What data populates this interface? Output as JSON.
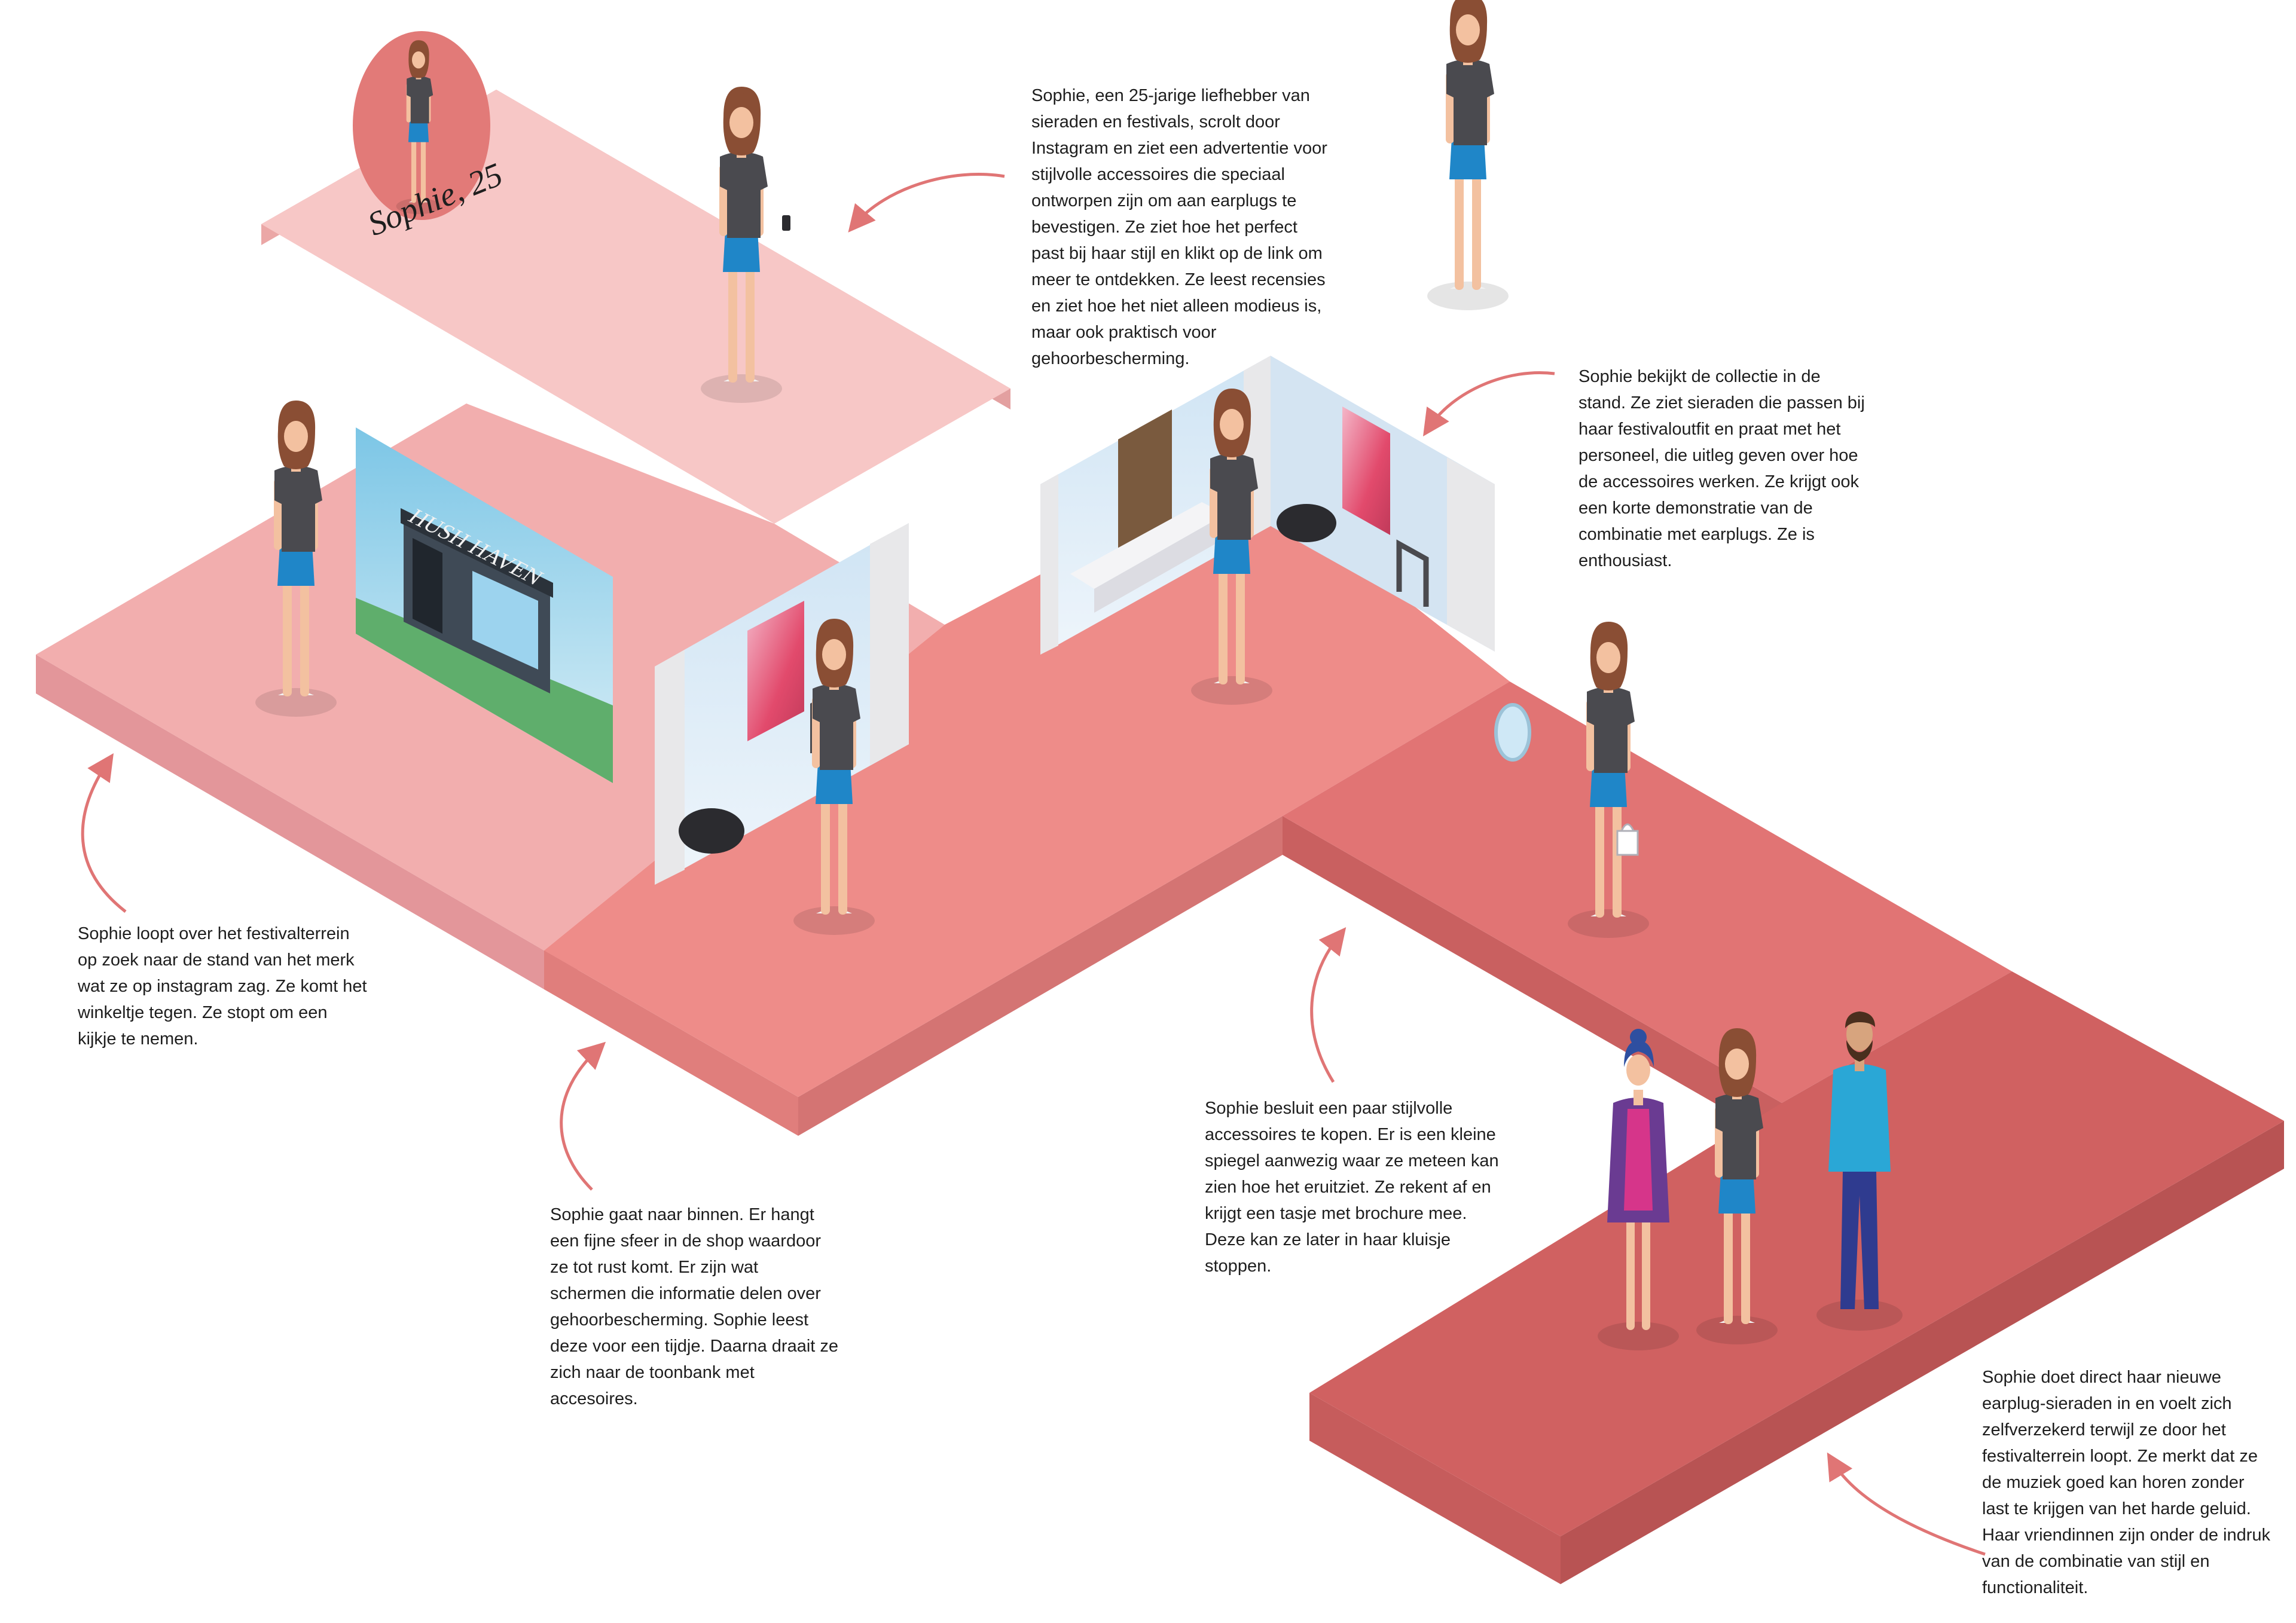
{
  "persona_label": "Sophie, 25",
  "booth_sign": "HUSH HAVEN",
  "colors": {
    "stage1": "#f7c7c6",
    "stage2": "#f2aeae",
    "stage3": "#ee8c89",
    "stage4": "#e17474",
    "stage5": "#d06161",
    "arrow": "#e07575",
    "portrait": "#e27a78"
  },
  "steps": [
    {
      "id": 1,
      "text": "Sophie, een 25-jarige liefhebber van\nsieraden en festivals, scrolt door\nInstagram en ziet een advertentie voor\nstijlvolle accessoires die speciaal\nontworpen zijn om aan earplugs te\nbevestigen. Ze ziet hoe het perfect\npast bij haar stijl en klikt op de link om\nmeer te ontdekken.  Ze leest recensies\nen ziet hoe het niet alleen modieus is,\nmaar ook praktisch voor\ngehoorbescherming."
    },
    {
      "id": 2,
      "text": "Sophie loopt over het festivalterrein\nop zoek naar de stand van het merk\nwat ze op instagram zag. Ze komt het\nwinkeltje tegen. Ze stopt om een\nkijkje te nemen."
    },
    {
      "id": 3,
      "text": "Sophie gaat naar binnen. Er hangt\neen fijne sfeer in de shop waardoor\nze tot rust komt. Er zijn wat\nschermen die informatie delen over\ngehoorbescherming. Sophie leest\ndeze voor een tijdje. Daarna draait ze\nzich naar de toonbank met\naccesoires."
    },
    {
      "id": 4,
      "text": "Sophie bekijkt de collectie in de\nstand. Ze ziet sieraden die passen bij\nhaar festivaloutfit en praat met het\npersoneel, die uitleg geven over hoe\nde accessoires werken. Ze krijgt ook\neen korte demonstratie van de\ncombinatie met earplugs. Ze is\nenthousiast."
    },
    {
      "id": 5,
      "text": "Sophie besluit een paar stijlvolle\naccessoires te kopen. Er is een kleine\nspiegel aanwezig waar ze meteen kan\nzien hoe het eruitziet. Ze rekent af en\nkrijgt een tasje met brochure mee.\nDeze kan ze later in haar kluisje\nstoppen."
    },
    {
      "id": 6,
      "text": "Sophie doet direct haar nieuwe\nearplug-sieraden in en voelt zich\nzelfverzekerd terwijl ze door het\nfestivalterrein loopt. Ze merkt dat ze\nde muziek goed kan horen zonder\nlast te krijgen van het harde geluid.\nHaar vriendinnen zijn onder de indruk\nvan de combinatie van stijl en\nfunctionaliteit."
    }
  ]
}
